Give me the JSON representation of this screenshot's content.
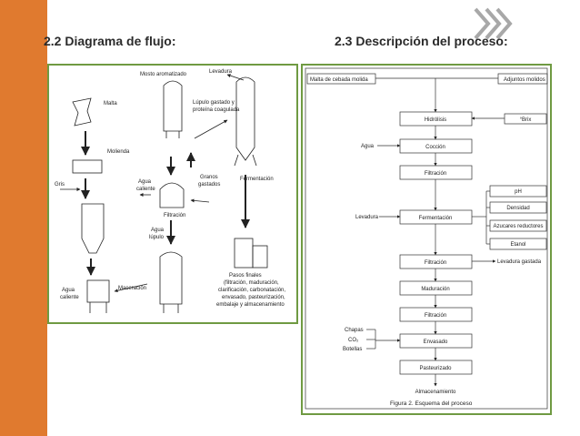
{
  "slide": {
    "left_heading": "2.2 Diagrama de flujo:",
    "right_heading": "2.3 Descripción del proceso:",
    "accent_color": "#e07a2f",
    "panel_border_color": "#6f9a42"
  },
  "left_diagram": {
    "labels": {
      "mosto": "Mosto aromatizado",
      "levadura": "Levadura",
      "malta": "Malta",
      "lupulo1": "Lúpulo gastado y",
      "lupulo2": "proteína coagulada",
      "molienda": "Molienda",
      "grits": "Gris",
      "agua_cal1": "Agua",
      "agua_cal2": "caliente",
      "granos1": "Granos",
      "granos2": "gastados",
      "fermentacion": "Fermentación",
      "filtracion": "Filtración",
      "agua_lup1": "Agua",
      "agua_lup2": "lúpulo",
      "agua_b1": "Agua",
      "agua_b2": "caliente",
      "maceracion": "Maceración",
      "pasos1": "Pasos finales",
      "pasos2": "(filtración, maduración,",
      "pasos3": "clarificación, carbonatación,",
      "pasos4": "envasado, pasteurización,",
      "pasos5": "embalaje y almacenamiento"
    }
  },
  "right_diagram": {
    "malta": "Malta de cebada molida",
    "adjuntos": "Adjuntos molidos",
    "steps": {
      "hidrolisis": "Hidrólisis",
      "coccion": "Cocción",
      "filtracion1": "Filtración",
      "fermentacion": "Fermentación",
      "filtracion2": "Filtración",
      "maduracion": "Maduración",
      "filtracion3": "Filtración",
      "envasado": "Envasado",
      "pasteurizado": "Pasteurizado"
    },
    "brix": "°Brix",
    "agua": "Agua",
    "levadura": "Levadura",
    "measures": {
      "ph": "pH",
      "densidad": "Densidad",
      "azucares": "Azucares reductores",
      "etanol": "Etanol"
    },
    "levadura_gastada": "Levadura gastada",
    "chapas": "Chapas",
    "co2": "CO₂",
    "botellas": "Botellas",
    "almacenamiento": "Almacenamiento",
    "caption": "Figura 2. Esquema del proceso"
  }
}
